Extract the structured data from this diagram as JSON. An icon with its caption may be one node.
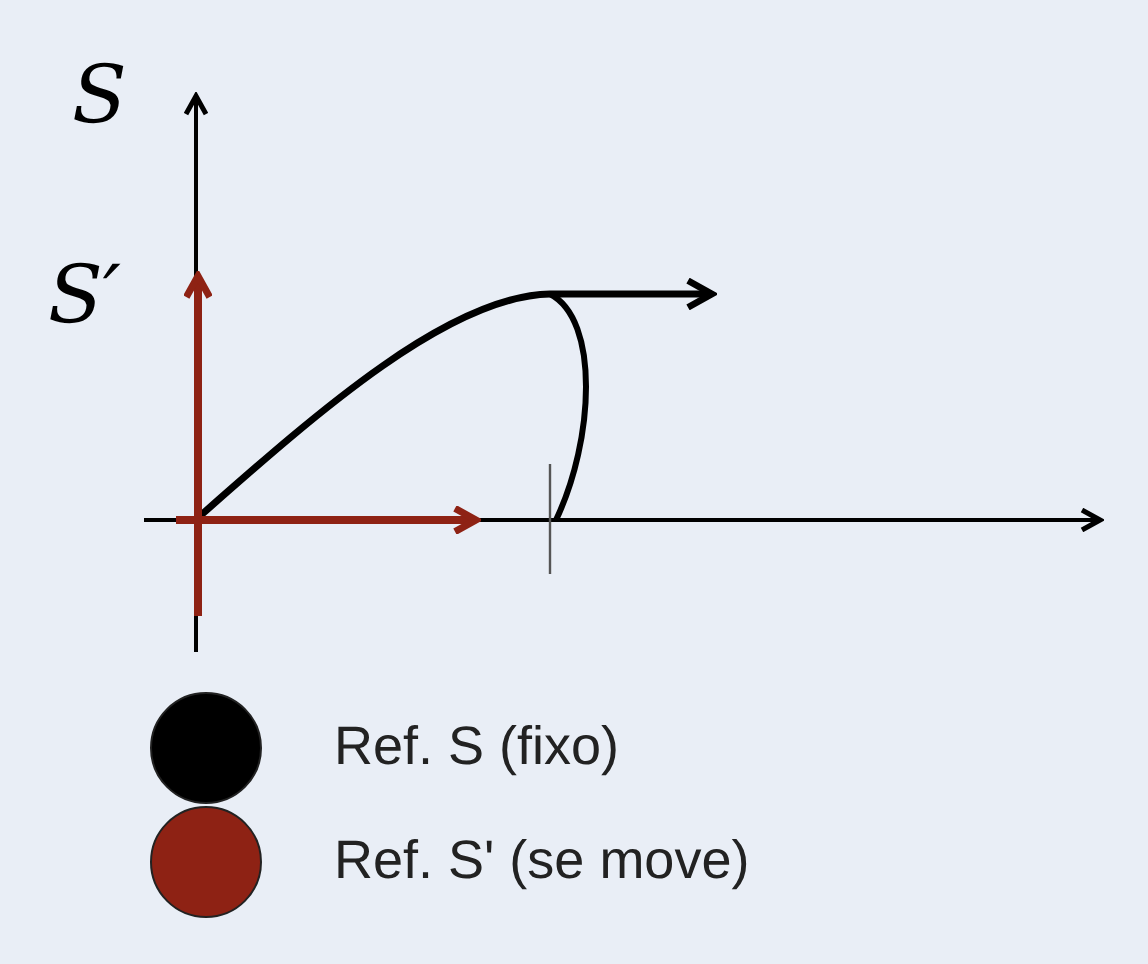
{
  "diagram": {
    "labels": [
      "S",
      "S′"
    ],
    "legend": [
      {
        "text": "Ref. S (fixo)",
        "color": "#000000"
      },
      {
        "text": "Ref. S' (se move)",
        "color": "#8e2214"
      }
    ]
  }
}
